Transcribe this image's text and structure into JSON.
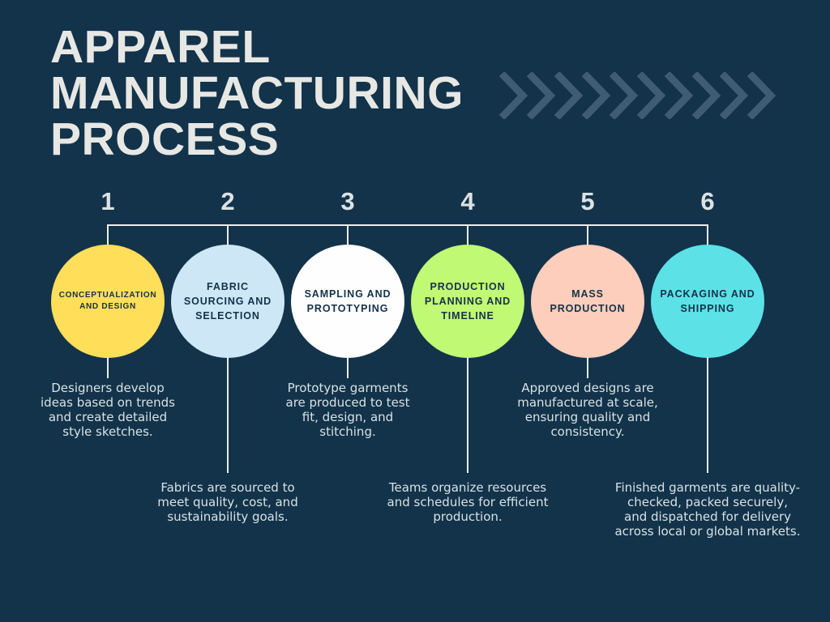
{
  "header": {
    "title_lines": [
      "APPAREL",
      "MANUFACTURING",
      "PROCESS"
    ],
    "decoration": {
      "icon": "chevron-right-icon",
      "count": 10,
      "color": "#3E5C74"
    }
  },
  "theme": {
    "background": "#12334A",
    "title_color": "#E7E7E4",
    "timeline_color": "#ECEEEC",
    "description_color": "#D9E1E4",
    "circle_text_color": "#14314A"
  },
  "steps": [
    {
      "number": "1",
      "label": "CONCEPTUALIZATION AND DESIGN",
      "circle_color": "#FFDE59",
      "description": "Designers develop ideas based on trends and create detailed style sketches."
    },
    {
      "number": "2",
      "label": "FABRIC SOURCING AND SELECTION",
      "circle_color": "#CDE7F6",
      "description": "Fabrics are sourced to meet quality, cost, and sustainability goals."
    },
    {
      "number": "3",
      "label": "SAMPLING AND PROTOTYPING",
      "circle_color": "#FEFEFE",
      "description": "Prototype garments are produced to test fit, design, and stitching."
    },
    {
      "number": "4",
      "label": "PRODUCTION PLANNING AND TIMELINE",
      "circle_color": "#C0F973",
      "description": "Teams organize resources and schedules for efficient production."
    },
    {
      "number": "5",
      "label": "MASS PRODUCTION",
      "circle_color": "#FCCEBB",
      "description": "Approved designs are manufactured at scale, ensuring quality and consistency."
    },
    {
      "number": "6",
      "label": "PACKAGING AND SHIPPING",
      "circle_color": "#5CE1E6",
      "description": "Finished garments are quality-checked, packed securely, and dispatched for delivery across local or global markets."
    }
  ]
}
